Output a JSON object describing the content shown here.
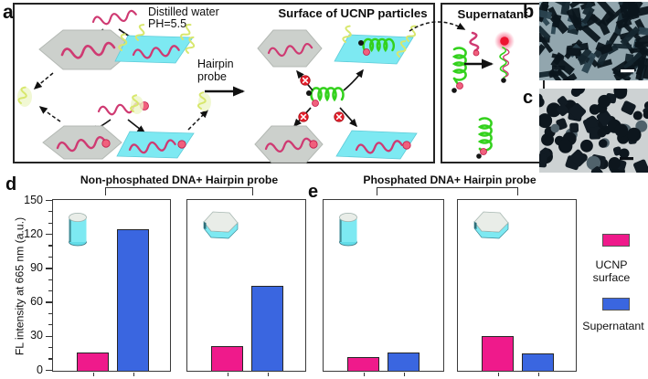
{
  "panel_labels": {
    "a": "a",
    "b": "b",
    "c": "c",
    "d": "d",
    "e": "e"
  },
  "schematic": {
    "water_line1": "Distilled water",
    "water_line2": "PH=5.5",
    "surface_title": "Surface of UCNP particles",
    "hairpin_line1": "Hairpin",
    "hairpin_line2": "probe",
    "supernatant_title": "Supernatant"
  },
  "legend": {
    "items": [
      {
        "label": "UCNP surface",
        "color": "#ef1a8b"
      },
      {
        "label": "Supernatant",
        "color": "#3a66e0"
      }
    ]
  },
  "chart_data": {
    "type": "bar",
    "ylabel": "FL intensity at 665 nm (a.u.)",
    "ylim": [
      0,
      150
    ],
    "yticks": [
      0,
      30,
      60,
      90,
      120,
      150
    ],
    "minor_tick_step": 10,
    "grid": false,
    "legend_position": "right",
    "panels": [
      {
        "label": "d",
        "title": "Non-phosphated DNA+ Hairpin probe",
        "groups": [
          {
            "particle_icon": "hexagonal-rod-ucnp",
            "series": [
              {
                "name": "UCNP surface",
                "value": 16
              },
              {
                "name": "Supernatant",
                "value": 125
              }
            ]
          },
          {
            "particle_icon": "hexagonal-plate-ucnp",
            "series": [
              {
                "name": "UCNP surface",
                "value": 22
              },
              {
                "name": "Supernatant",
                "value": 75
              }
            ]
          }
        ]
      },
      {
        "label": "e",
        "title": "Phosphated DNA+ Hairpin probe",
        "groups": [
          {
            "particle_icon": "hexagonal-rod-ucnp",
            "series": [
              {
                "name": "UCNP surface",
                "value": 12
              },
              {
                "name": "Supernatant",
                "value": 16
              }
            ]
          },
          {
            "particle_icon": "hexagonal-plate-ucnp",
            "series": [
              {
                "name": "UCNP surface",
                "value": 31
              },
              {
                "name": "Supernatant",
                "value": 15
              }
            ]
          }
        ]
      }
    ]
  }
}
